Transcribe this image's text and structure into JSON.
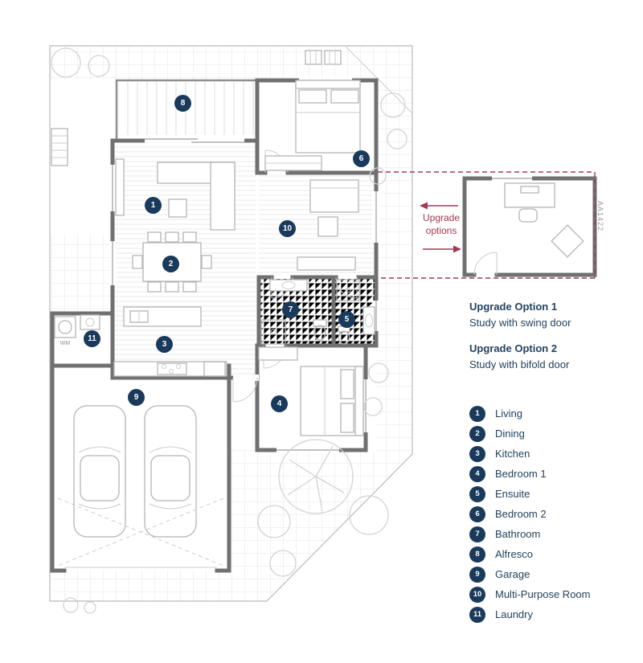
{
  "plan": {
    "code": "AA1422",
    "upgrade_callout": "Upgrade options",
    "wm_label": "WM"
  },
  "upgrade_options": [
    {
      "title": "Upgrade Option 1",
      "subtitle": "Study with swing door"
    },
    {
      "title": "Upgrade Option 2",
      "subtitle": "Study with bifold door"
    }
  ],
  "legend": {
    "items": [
      {
        "number": "1",
        "label": "Living"
      },
      {
        "number": "2",
        "label": "Dining"
      },
      {
        "number": "3",
        "label": "Kitchen"
      },
      {
        "number": "4",
        "label": "Bedroom 1"
      },
      {
        "number": "5",
        "label": "Ensuite"
      },
      {
        "number": "6",
        "label": "Bedroom 2"
      },
      {
        "number": "7",
        "label": "Bathroom"
      },
      {
        "number": "8",
        "label": "Alfresco"
      },
      {
        "number": "9",
        "label": "Garage"
      },
      {
        "number": "10",
        "label": "Multi-Purpose Room"
      },
      {
        "number": "11",
        "label": "Laundry"
      }
    ]
  },
  "colors": {
    "navy": "#1a3a5c",
    "maroon": "#a03a50"
  }
}
